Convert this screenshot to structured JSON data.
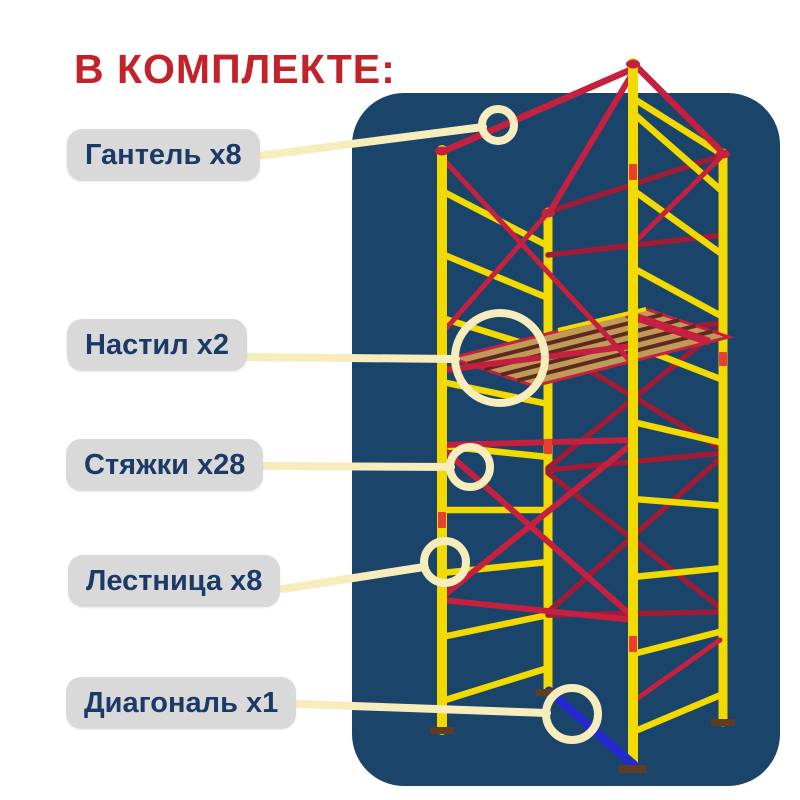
{
  "title": "В КОМПЛЕКТЕ:",
  "items": [
    {
      "label": "Гантель x8"
    },
    {
      "label": "Настил x2"
    },
    {
      "label": "Стяжки x28"
    },
    {
      "label": "Лестница x8"
    },
    {
      "label": "Диагональ x1"
    }
  ],
  "colors": {
    "title_red": "#c2232b",
    "pill_bg": "#d9d9d9",
    "pill_text": "#1b3a67",
    "panel_blue": "#1a4469",
    "frame_yellow": "#f2d900",
    "brace_red": "#c5203f",
    "brace_red_dark": "#9e1c35",
    "diagonal_blue": "#2329cf",
    "callout_cream": "#f6ecbc",
    "wood_tan": "#c09a58",
    "wood_gap": "#5f2a1e",
    "foot_brown": "#5f3d22",
    "sticker_red": "#e8402c"
  }
}
